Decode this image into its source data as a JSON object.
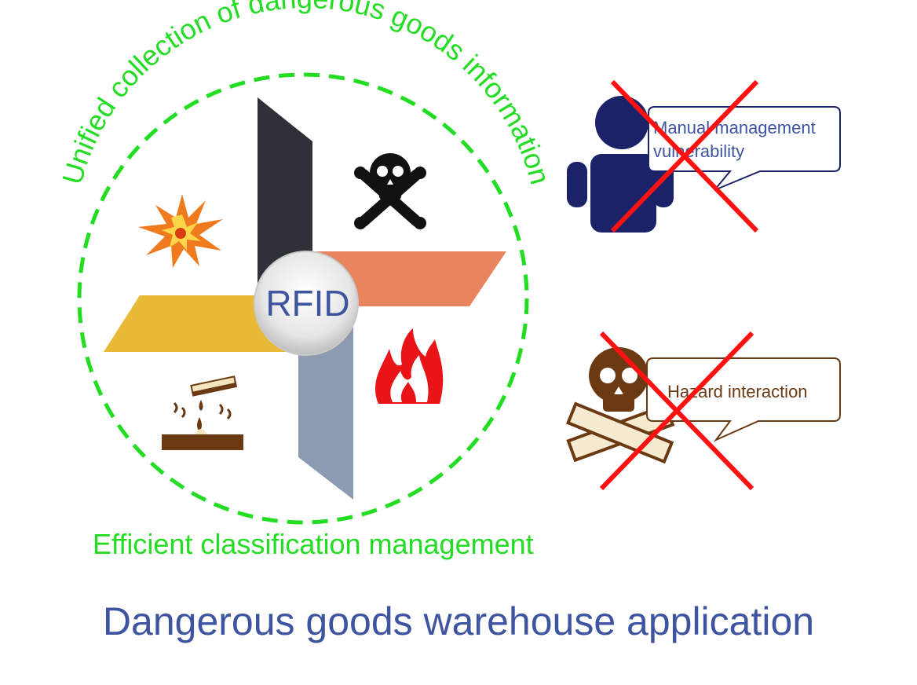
{
  "diagram": {
    "title": "Dangerous goods warehouse application",
    "center_label": "RFID",
    "arc_label_top": "Unified collection of dangerous goods information",
    "caption_bottom": "Efficient classification management",
    "callouts": [
      {
        "text_line1": "Manual management",
        "text_line2": "vulnerability",
        "icon": "person-icon",
        "crossed": true
      },
      {
        "text_line1": "Hazard interaction",
        "text_line2": "",
        "icon": "skull-crossbones-icon",
        "crossed": true
      }
    ],
    "hazard_icons": [
      "explosion-icon",
      "toxic-skull-icon",
      "corrosive-icon",
      "flame-icon"
    ]
  },
  "colors": {
    "green": "#22dd22",
    "title_blue": "#3f54a0",
    "black_blade": "#2e3238",
    "orange_blade": "#e8845e",
    "yellow_blade": "#e8ba38",
    "gray_blade": "#8c9bb0",
    "person_navy": "#1b2268",
    "brown": "#6b3a12",
    "cross_red": "#ff1111"
  }
}
